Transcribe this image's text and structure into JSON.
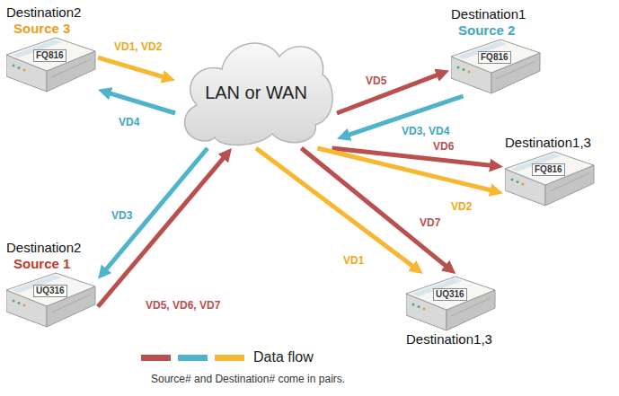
{
  "diagram": {
    "caption": "Source# and Destination# come in pairs.",
    "nodes": [
      {
        "text": [
          "Destination2",
          "Source 3",
          "FQ816"
        ]
      },
      {
        "text": [
          "Destination1",
          "Source 2",
          "FQ816"
        ]
      },
      {
        "text": [
          "LAN or WAN"
        ]
      },
      {
        "text": [
          "Destination1,3",
          "FQ816"
        ]
      },
      {
        "text": [
          "Destination2",
          "Source 1",
          "UQ316"
        ]
      },
      {
        "text": [
          "UQ316",
          "Destination1,3"
        ]
      }
    ],
    "edges": [
      {
        "from": 0,
        "to": 2,
        "label": "VD1, VD2",
        "arrow": "to"
      },
      {
        "from": 2,
        "to": 0,
        "label": "VD4",
        "arrow": "to"
      },
      {
        "from": 2,
        "to": 1,
        "label": "VD5",
        "arrow": "to"
      },
      {
        "from": 1,
        "to": 2,
        "label": "VD3, VD4",
        "arrow": "to"
      },
      {
        "from": 2,
        "to": 3,
        "label": "VD6",
        "arrow": "to"
      },
      {
        "from": 2,
        "to": 3,
        "label": "VD2",
        "arrow": "to"
      },
      {
        "from": 2,
        "to": 4,
        "label": "VD3",
        "arrow": "to"
      },
      {
        "from": 4,
        "to": 2,
        "label": "VD5, VD6, VD7",
        "arrow": "to"
      },
      {
        "from": 2,
        "to": 5,
        "label": "VD1",
        "arrow": "to"
      },
      {
        "from": 2,
        "to": 5,
        "label": "VD7",
        "arrow": "to"
      }
    ],
    "legend": [
      {
        "text": "Data flow"
      }
    ]
  }
}
